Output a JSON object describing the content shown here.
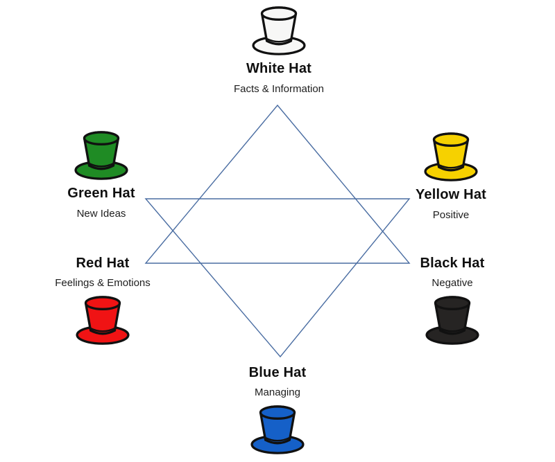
{
  "styles": {
    "line_color": "#4a6da2",
    "outline_color": "#111111"
  },
  "nodes": {
    "white": {
      "label": "White Hat",
      "description": "Facts & Information",
      "hat_color": "#f7f7f6"
    },
    "green": {
      "label": "Green Hat",
      "description": "New Ideas",
      "hat_color": "#1f8b24"
    },
    "yellow": {
      "label": "Yellow Hat",
      "description": "Positive",
      "hat_color": "#f6d100"
    },
    "red": {
      "label": "Red Hat",
      "description": "Feelings & Emotions",
      "hat_color": "#f01314"
    },
    "black": {
      "label": "Black Hat",
      "description": "Negative",
      "hat_color": "#262423"
    },
    "blue": {
      "label": "Blue Hat",
      "description": "Managing",
      "hat_color": "#1560c8"
    }
  }
}
